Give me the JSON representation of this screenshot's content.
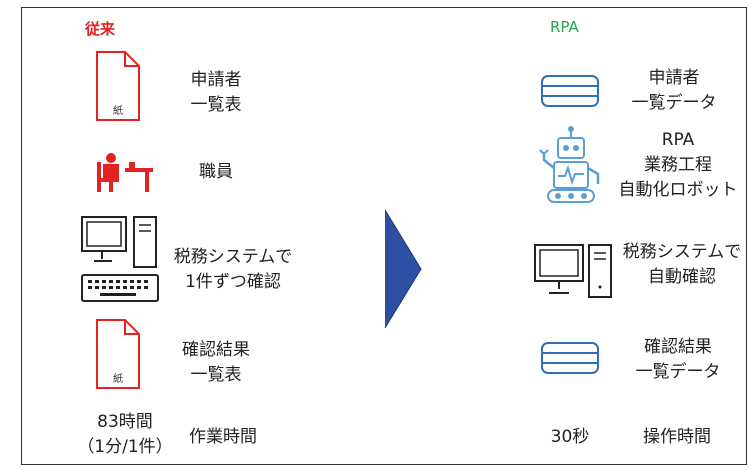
{
  "left": {
    "header": "従来",
    "items": [
      {
        "label": [
          "申請者",
          "一覧表"
        ],
        "icon": "paper-document-icon",
        "icon_text": "紙"
      },
      {
        "label": [
          "職員"
        ],
        "icon": "worker-at-desk-icon"
      },
      {
        "label": [
          "税務システムで",
          "1件ずつ確認"
        ],
        "icon": "desktop-computer-keyboard-icon"
      },
      {
        "label": [
          "確認結果",
          "一覧表"
        ],
        "icon": "paper-document-icon",
        "icon_text": "紙"
      }
    ],
    "time_value": [
      "83時間",
      "（1分/1件）"
    ],
    "time_label": "作業時間"
  },
  "right": {
    "header": "RPA",
    "items": [
      {
        "label": [
          "申請者",
          "一覧データ"
        ],
        "icon": "database-icon"
      },
      {
        "label": [
          "RPA",
          "業務工程",
          "自動化ロボット"
        ],
        "icon": "robot-icon"
      },
      {
        "label": [
          "税務システムで",
          "自動確認"
        ],
        "icon": "desktop-computer-icon"
      },
      {
        "label": [
          "確認結果",
          "一覧データ"
        ],
        "icon": "database-icon"
      }
    ],
    "time_value": "30秒",
    "time_label": "操作時間"
  },
  "arrow": {
    "icon": "right-arrow-icon",
    "color": "#2f4fa3"
  },
  "colors": {
    "left_header": "#e52222",
    "right_header": "#21a847",
    "worker": "#e52222",
    "robot": "#5a9fd4"
  }
}
